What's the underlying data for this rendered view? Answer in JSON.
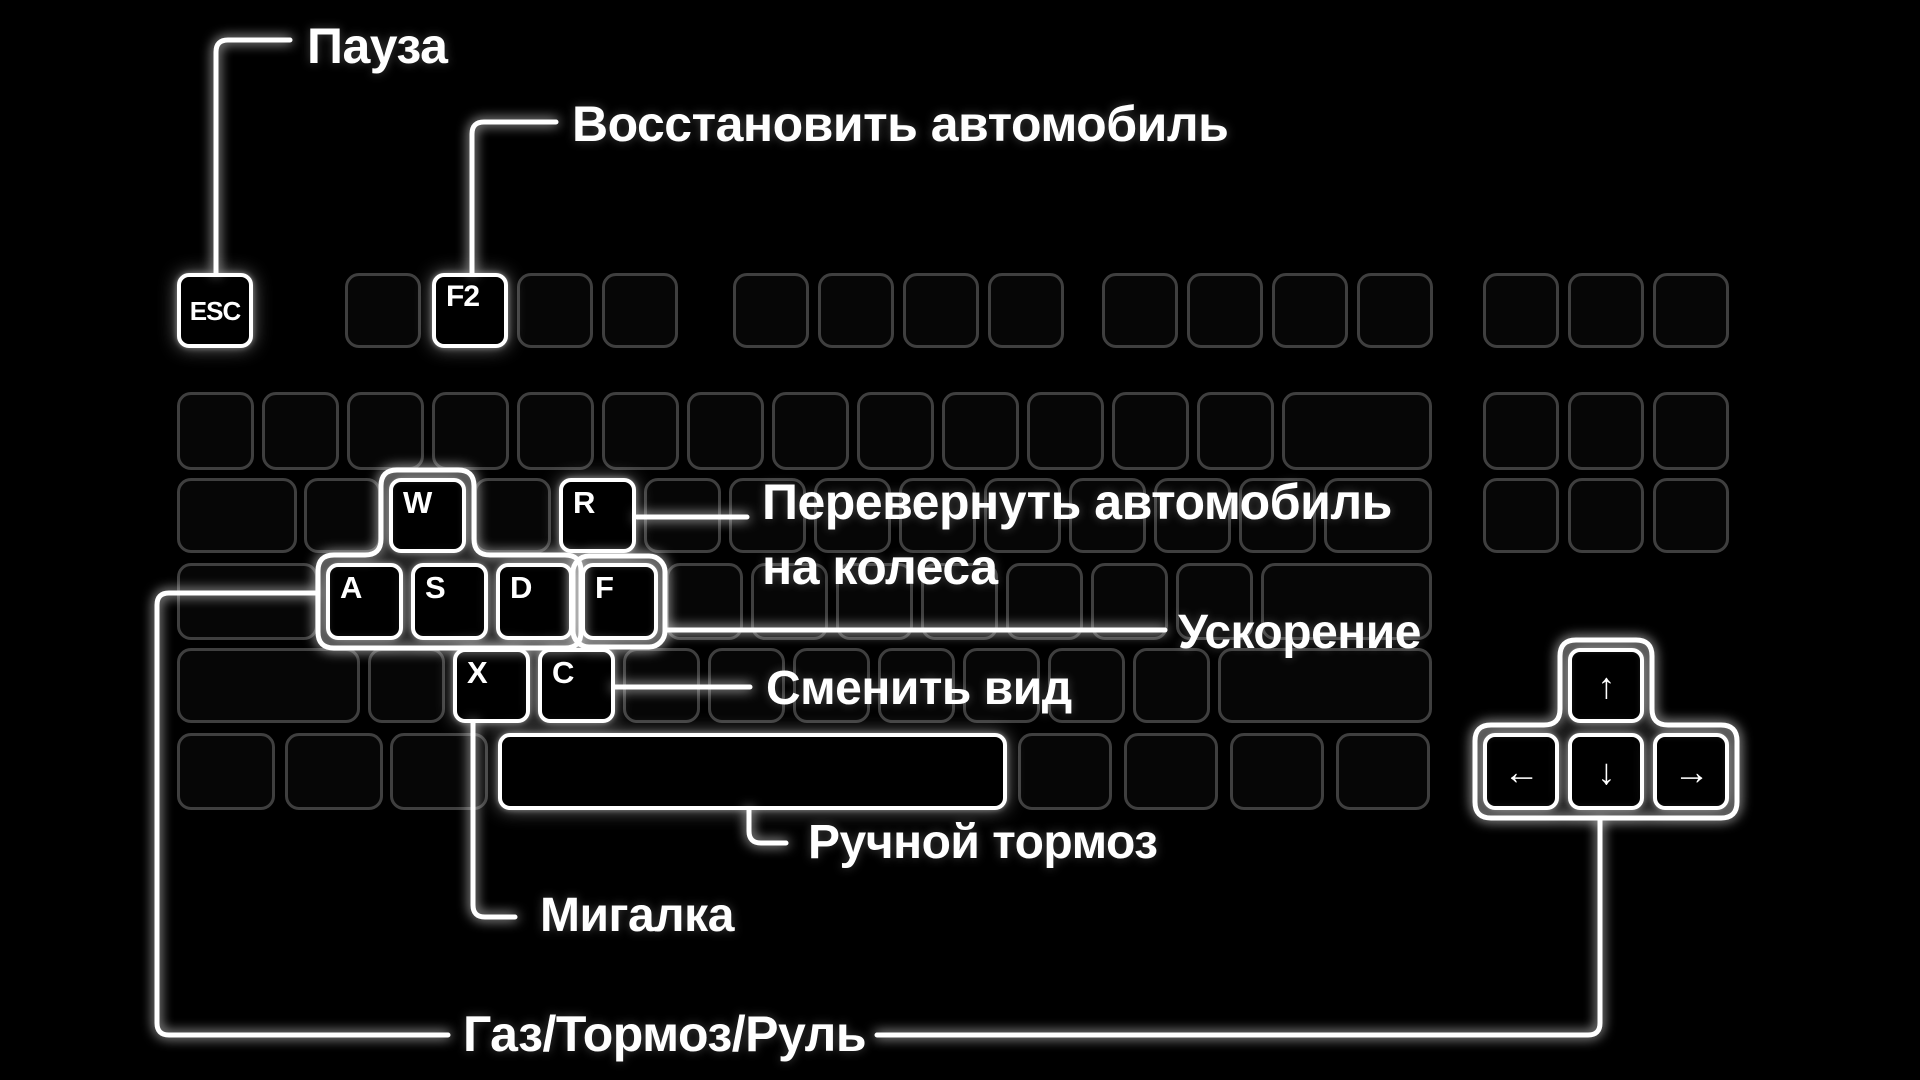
{
  "diagram": {
    "callouts": {
      "pause": "Пауза",
      "restore_car": "Восстановить автомобиль",
      "flip_car_line1": "Перевернуть автомобиль",
      "flip_car_line2": "на колеса",
      "boost": "Ускорение",
      "change_view": "Сменить вид",
      "handbrake": "Ручной тормоз",
      "flasher": "Мигалка",
      "gas_brake_steer": "Газ/Тормоз/Руль"
    },
    "keys": {
      "esc": "ESC",
      "f2": "F2",
      "w": "W",
      "a": "A",
      "s": "S",
      "d": "D",
      "f": "F",
      "r": "R",
      "x": "X",
      "c": "C",
      "space": "",
      "up": "↑",
      "left": "←",
      "down": "↓",
      "right": "→"
    },
    "colors": {
      "background": "#000000",
      "accent": "#ffffff",
      "key_border": "#3f3f3f"
    }
  }
}
